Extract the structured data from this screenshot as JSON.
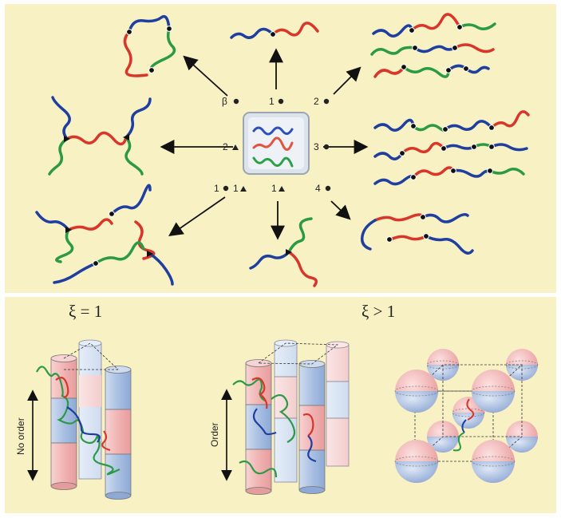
{
  "center_labels": {
    "beta_dot": "β",
    "one_dot_top": "1",
    "two_dot": "2",
    "two_tri": "2",
    "three_dot": "3",
    "one_dot_one_tri_a": "1",
    "one_dot_one_tri_b": "1",
    "one_tri": "1",
    "four_dot": "4"
  },
  "bottom": {
    "xi_eq_label": "ξ = 1",
    "xi_gt_label": "ξ > 1",
    "no_order_label": "No order",
    "order_label": "Order"
  },
  "colors": {
    "blue": "#1f3fa0",
    "red": "#d8362a",
    "green": "#2c9a45",
    "panel": "#f8f1c4",
    "cyl_red": "#f4c6c6",
    "cyl_blue": "#b9cce6"
  }
}
